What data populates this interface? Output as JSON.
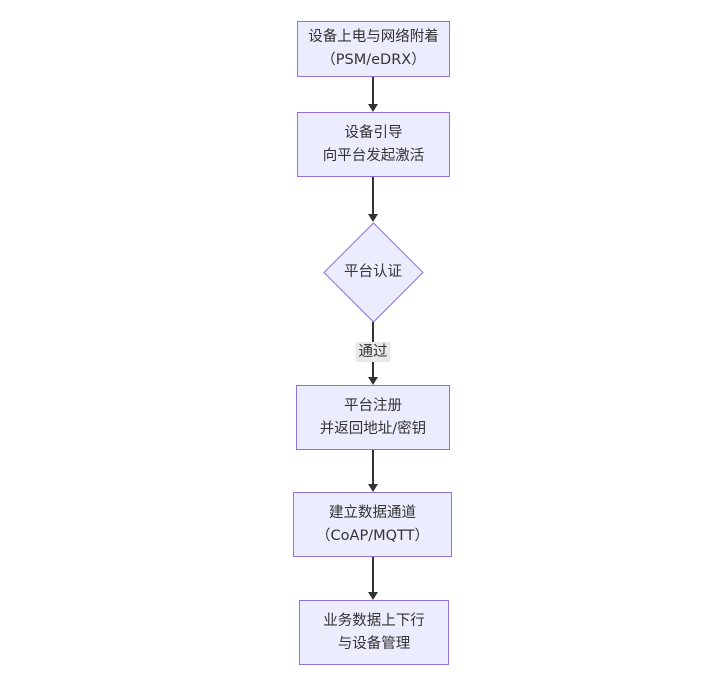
{
  "diagram": {
    "type": "flowchart",
    "direction": "top-down",
    "colors": {
      "background": "#ffffff",
      "node_fill": "#ECECFF",
      "node_border": "#9370DB",
      "edge_line": "#333333",
      "text": "#333333",
      "edge_label_bg": "#e8e8e8"
    },
    "nodes": [
      {
        "id": "power-attach",
        "shape": "rect",
        "line1": "设备上电与网络附着",
        "line2": "（PSM/eDRX）"
      },
      {
        "id": "boot",
        "shape": "rect",
        "line1": "设备引导",
        "line2": "向平台发起激活"
      },
      {
        "id": "auth",
        "shape": "diamond",
        "line1": "平台认证",
        "line2": ""
      },
      {
        "id": "register",
        "shape": "rect",
        "line1": "平台注册",
        "line2": "并返回地址/密钥"
      },
      {
        "id": "channel",
        "shape": "rect",
        "line1": "建立数据通道",
        "line2": "（CoAP/MQTT）"
      },
      {
        "id": "business",
        "shape": "rect",
        "line1": "业务数据上下行",
        "line2": "与设备管理"
      }
    ],
    "edges": [
      {
        "from": "power-attach",
        "to": "boot",
        "label": ""
      },
      {
        "from": "boot",
        "to": "auth",
        "label": ""
      },
      {
        "from": "auth",
        "to": "register",
        "label": "通过"
      },
      {
        "from": "register",
        "to": "channel",
        "label": ""
      },
      {
        "from": "channel",
        "to": "business",
        "label": ""
      }
    ]
  }
}
